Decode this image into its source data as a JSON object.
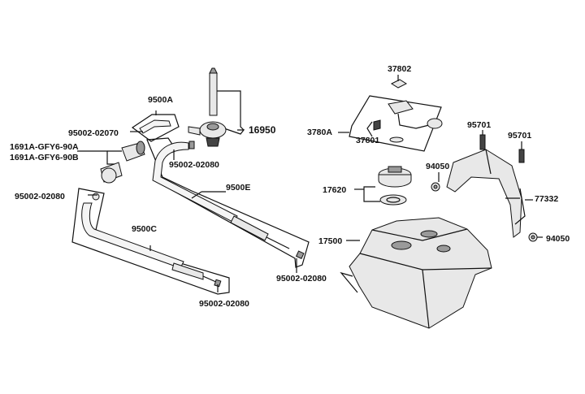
{
  "labels": {
    "p9500A": "9500A",
    "p95002_02070": "95002-02070",
    "p1691A_a": "1691A-GFY6-90A",
    "p1691A_b": "1691A-GFY6-90B",
    "p95002_02080_left": "95002-02080",
    "p9500C": "9500C",
    "p95002_02080_bottom": "95002-02080",
    "p95002_02080_mid": "95002-02080",
    "p9500E": "9500E",
    "p95002_02080_right": "95002-02080",
    "p16950": "16950",
    "p37802": "37802",
    "p3780A": "3780A",
    "p37801": "37801",
    "p17620": "17620",
    "p17500": "17500",
    "p94050_a": "94050",
    "p95701_a": "95701",
    "p95701_b": "95701",
    "p77332": "77332",
    "p94050_b": "94050"
  }
}
